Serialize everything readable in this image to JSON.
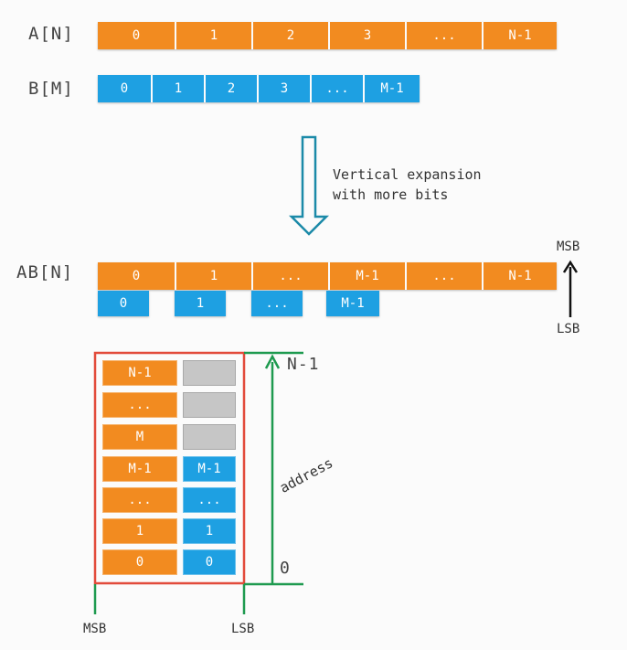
{
  "labels": {
    "a": "A[N]",
    "b": "B[M]",
    "ab": "AB[N]"
  },
  "row_a": [
    "0",
    "1",
    "2",
    "3",
    "...",
    "N-1"
  ],
  "row_b": [
    "0",
    "1",
    "2",
    "3",
    "...",
    "M-1"
  ],
  "row_ab_top": [
    "0",
    "1",
    "...",
    "M-1",
    "...",
    "N-1"
  ],
  "row_ab_bottom": [
    "0",
    "1",
    "...",
    "M-1"
  ],
  "arrow_note": {
    "line1": "Vertical expansion",
    "line2": "with more bits"
  },
  "bit_labels": {
    "msb": "MSB",
    "lsb": "LSB"
  },
  "memory": {
    "left": [
      "N-1",
      "...",
      "M",
      "M-1",
      "...",
      "1",
      "0"
    ],
    "right": [
      "",
      "",
      "",
      "M-1",
      "...",
      "1",
      "0"
    ],
    "address_label": "address",
    "addr_top": "N-1",
    "addr_bottom": "0",
    "msb": "MSB",
    "lsb": "LSB"
  },
  "colors": {
    "orange": "#f28b20",
    "blue": "#1ea0e2",
    "gray": "#c6c6c6",
    "red": "#e24b3b",
    "green": "#1e9a4f",
    "teal": "#1b8aa8"
  }
}
